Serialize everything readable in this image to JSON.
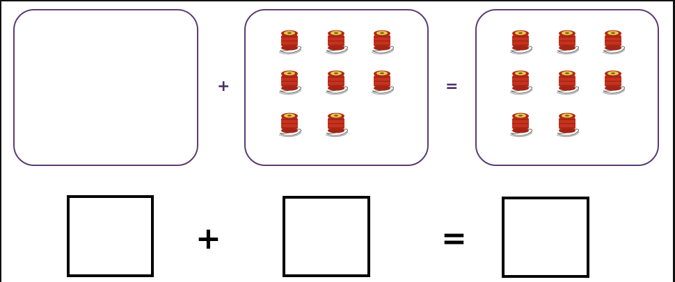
{
  "equation_top": {
    "plus": "+",
    "equals": "=",
    "boxes": [
      {
        "name": "first-addend",
        "spool_count": 0
      },
      {
        "name": "second-addend",
        "spool_count": 8
      },
      {
        "name": "sum",
        "spool_count": 8
      }
    ]
  },
  "equation_bottom": {
    "plus": "+",
    "equals": "=",
    "answer_boxes": [
      "",
      "",
      ""
    ]
  },
  "icons": {
    "spool": "thread-spool-icon"
  },
  "colors": {
    "box_border": "#5b3a72",
    "spool_body": "#c8321e",
    "spool_cap": "#e7c94a"
  }
}
